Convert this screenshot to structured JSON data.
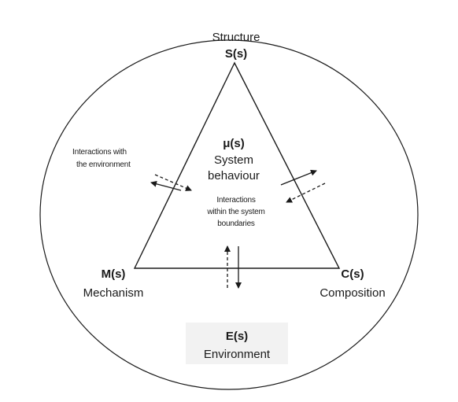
{
  "nodes": {
    "structure": {
      "name": "Structure",
      "symbol": "S(s)"
    },
    "behaviour": {
      "symbol": "μ(s)",
      "line1": "System",
      "line2": "behaviour"
    },
    "mechanism": {
      "symbol": "M(s)",
      "name": "Mechanism"
    },
    "composition": {
      "symbol": "C(s)",
      "name": "Composition"
    },
    "environment": {
      "symbol": "E(s)",
      "name": "Environment",
      "box_color": "#f2f2f2"
    }
  },
  "annotations": {
    "env_interactions": {
      "line1": "Interactions with",
      "line2": "the environment"
    },
    "internal_interactions": {
      "line1": "Interactions",
      "line2": "within the system",
      "line3": "boundaries"
    }
  },
  "colors": {
    "stroke": "#1a1a1a",
    "text": "#1a1a1a",
    "background": "#ffffff"
  }
}
